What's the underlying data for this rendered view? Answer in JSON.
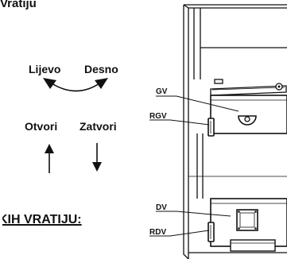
{
  "top_fragment": "Vratiju",
  "labels": {
    "left": "Lijevo",
    "right": "Desno",
    "open": "Otvori",
    "close": "Zatvori"
  },
  "section_heading": "KIH VRATIJU:",
  "callouts": {
    "gv": "GV",
    "rgv": "RGV",
    "dv": "DV",
    "rdv": "RDV"
  },
  "colors": {
    "ink": "#111111",
    "fill_dark": "#222222",
    "background": "#ffffff"
  }
}
